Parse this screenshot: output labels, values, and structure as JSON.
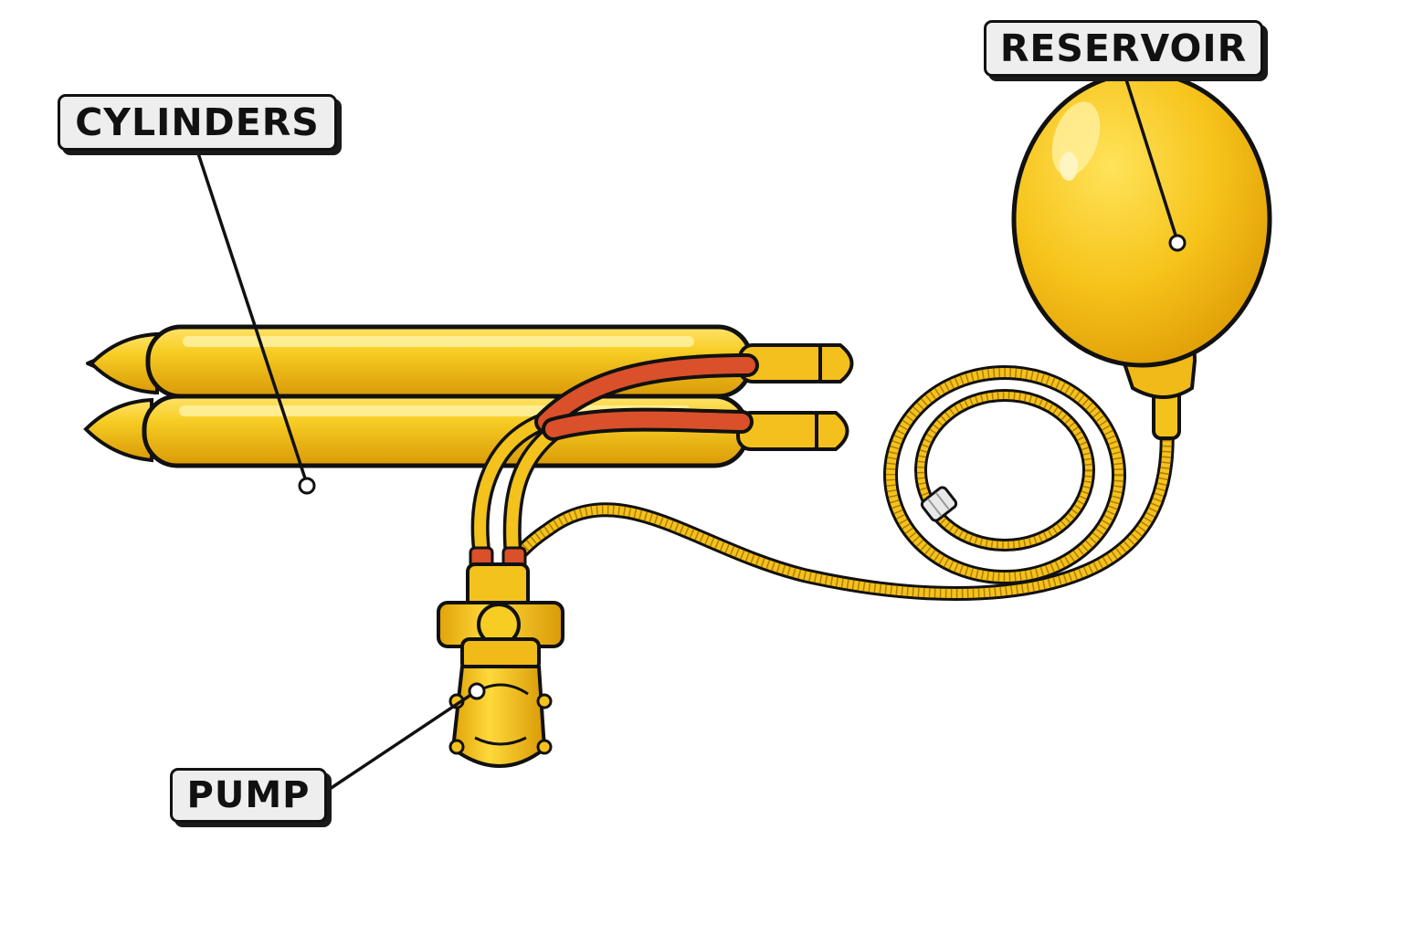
{
  "labels": {
    "cylinders": "CYLINDERS",
    "reservoir": "RESERVOIR",
    "pump": "PUMP"
  },
  "colors": {
    "device_yellow": "#f4c21c",
    "highlight_yellow": "#ffe97a",
    "shadow_yellow": "#d99a07",
    "tube_red": "#d9502a",
    "outline": "#111111",
    "label_fill": "#eeeeee",
    "connector_band": "#e8e8e8"
  },
  "icons": {
    "connector": "quick-connector-icon"
  }
}
